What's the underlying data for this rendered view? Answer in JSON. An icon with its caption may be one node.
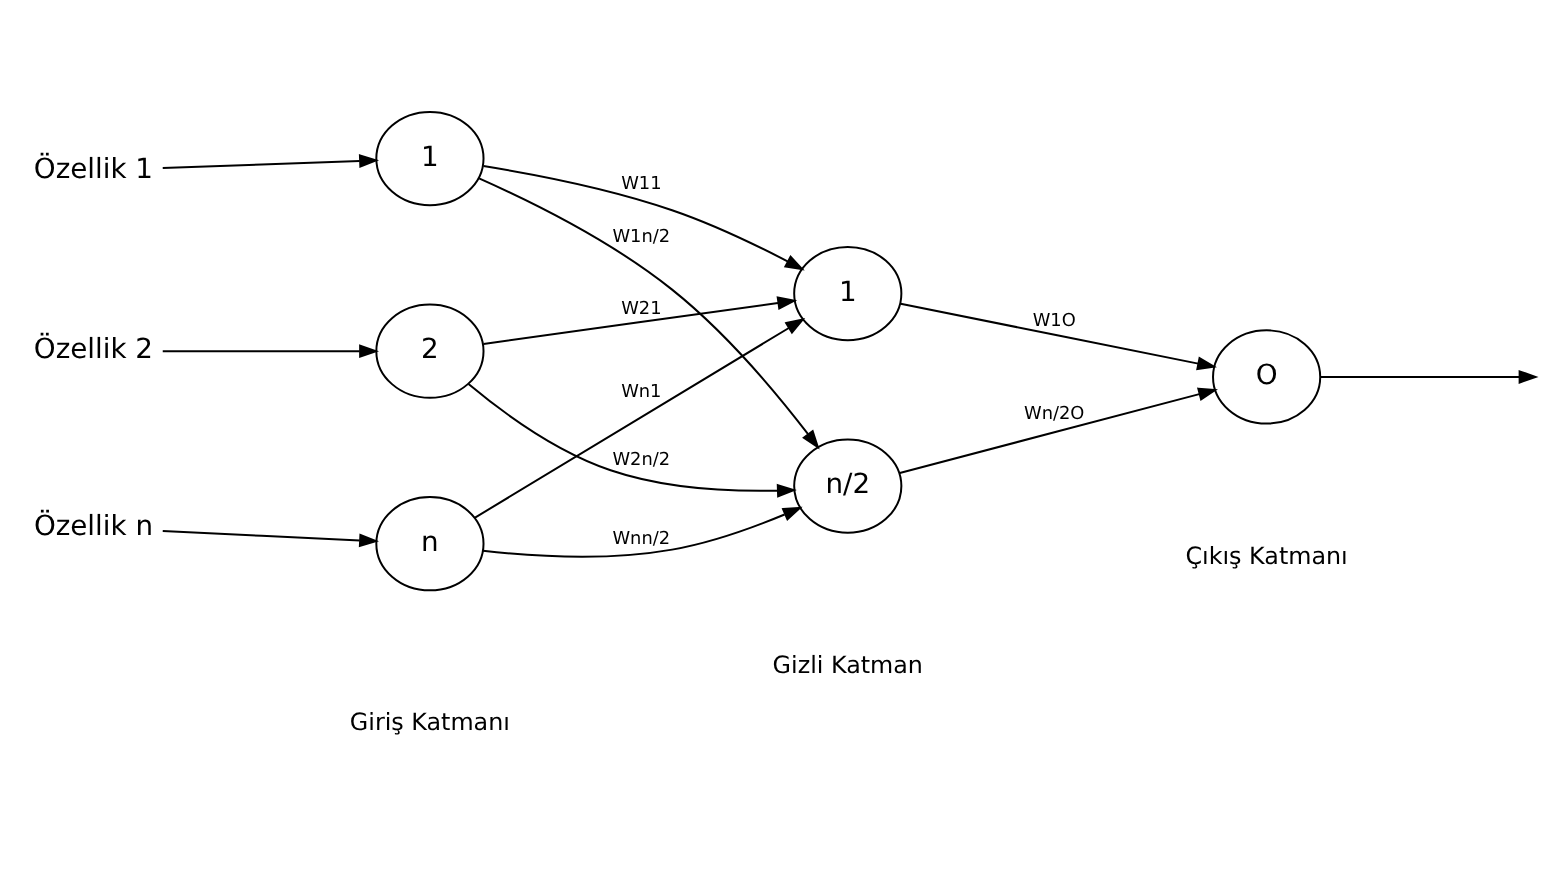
{
  "diagram": {
    "nodes": [
      {
        "text": [
          "Özellik 1"
        ]
      },
      {
        "text": [
          "Özellik 2"
        ]
      },
      {
        "text": [
          "Özellik n"
        ]
      },
      {
        "text": [
          "1"
        ]
      },
      {
        "text": [
          "2"
        ]
      },
      {
        "text": [
          "n"
        ]
      },
      {
        "text": [
          "1"
        ]
      },
      {
        "text": [
          "n/2"
        ]
      },
      {
        "text": [
          "O"
        ]
      }
    ],
    "edges": [
      {
        "from": 0,
        "to": 3,
        "arrow": "to"
      },
      {
        "from": 1,
        "to": 4,
        "arrow": "to"
      },
      {
        "from": 2,
        "to": 5,
        "arrow": "to"
      },
      {
        "from": 3,
        "to": 6,
        "arrow": "to",
        "label": "W11"
      },
      {
        "from": 3,
        "to": 7,
        "arrow": "to",
        "label": "W1n/2"
      },
      {
        "from": 4,
        "to": 6,
        "arrow": "to",
        "label": "W21"
      },
      {
        "from": 4,
        "to": 7,
        "arrow": "to",
        "label": "W2n/2"
      },
      {
        "from": 5,
        "to": 6,
        "arrow": "to",
        "label": "Wn1"
      },
      {
        "from": 5,
        "to": 7,
        "arrow": "to",
        "label": "Wnn/2"
      },
      {
        "from": 6,
        "to": 8,
        "arrow": "to",
        "label": "W1O"
      },
      {
        "from": 7,
        "to": 8,
        "arrow": "to",
        "label": "Wn/2O"
      },
      {
        "from": 8,
        "to": null,
        "arrow": "to"
      }
    ],
    "labels": [
      "Giriş Katmanı",
      "Gizli Katman",
      "Çıkış Katmanı"
    ]
  }
}
